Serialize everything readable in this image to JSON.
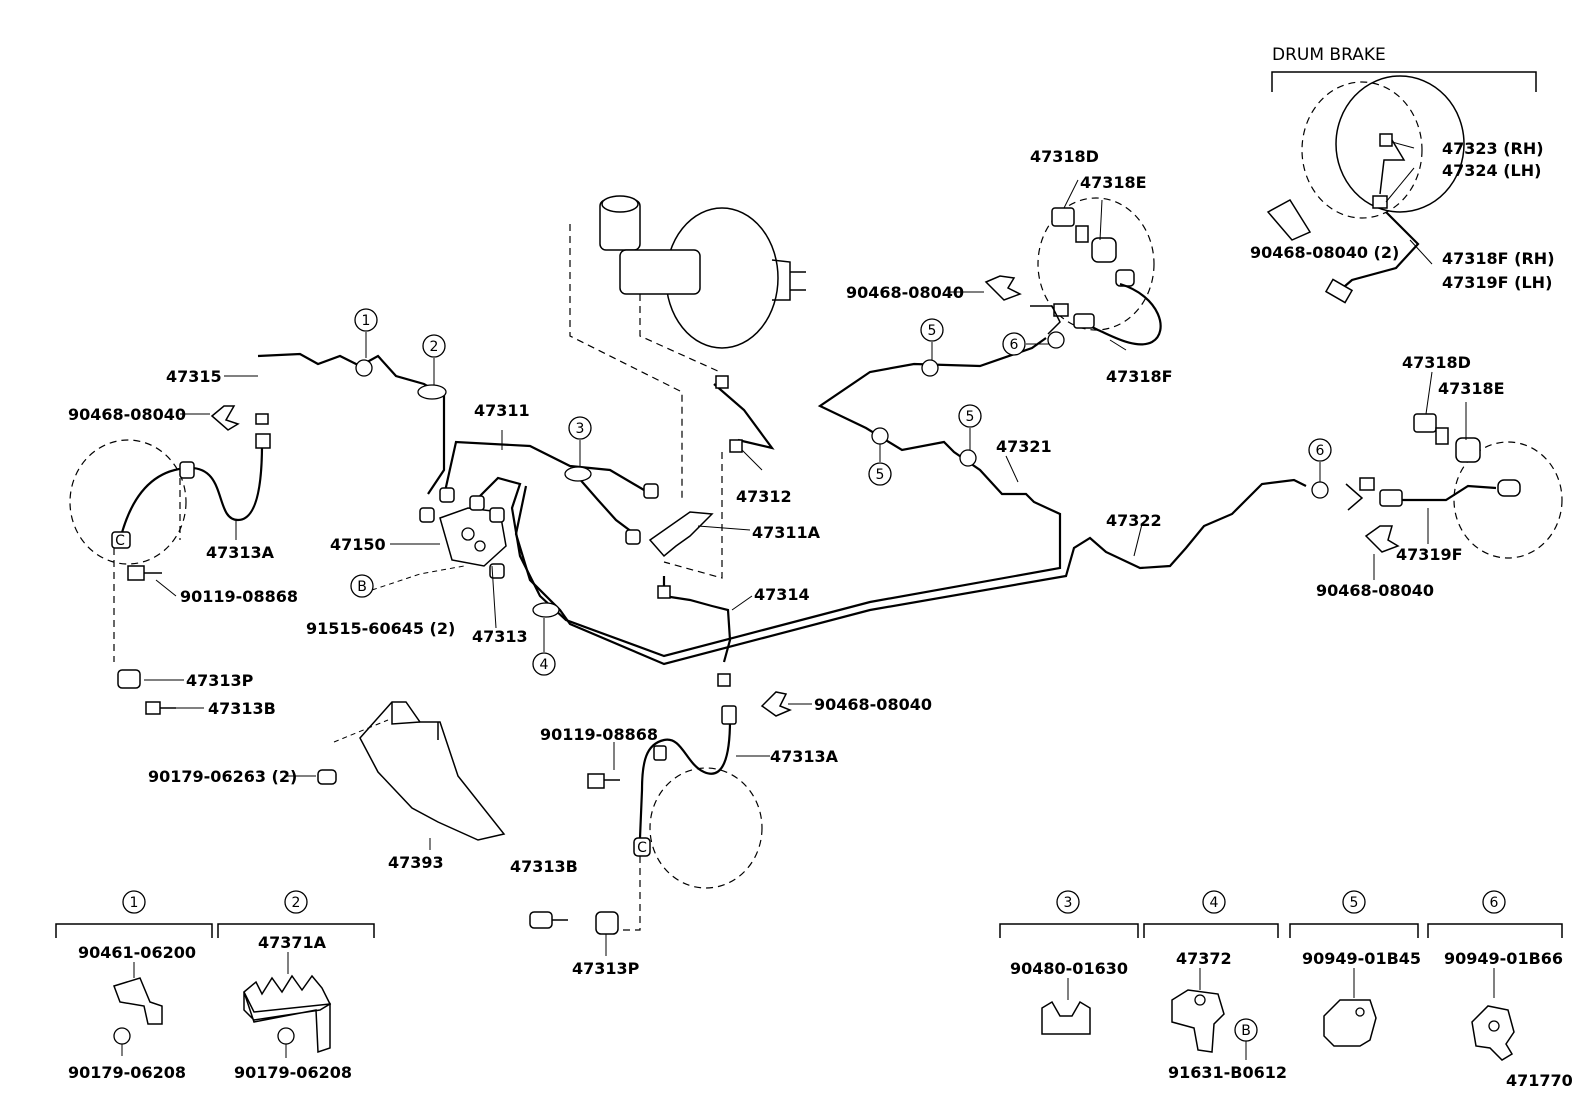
{
  "diagram_id": "471770",
  "header": {
    "drum_brake": "DRUM BRAKE"
  },
  "markers": {
    "c1": "1",
    "c2": "2",
    "c3": "3",
    "c4": "4",
    "c5": "5",
    "c6": "6",
    "cB": "B"
  },
  "labels": {
    "p47315": "47315",
    "p90468_left": "90468-08040",
    "p47313A_left": "47313A",
    "p90119_left": "90119-08868",
    "p47313P_left": "47313P",
    "p47313B_left": "47313B",
    "p47150": "47150",
    "p91515": "91515-60645 (2)",
    "p47313": "47313",
    "p47311": "47311",
    "p47312": "47312",
    "p47311A": "47311A",
    "p47314": "47314",
    "p90468_mid": "90468-08040",
    "p90119_mid": "90119-08868",
    "p47313A_mid": "47313A",
    "p90179_06263": "90179-06263 (2)",
    "p47393": "47393",
    "p47313B_mid": "47313B",
    "p47313P_mid": "47313P",
    "p47318D_top": "47318D",
    "p47318E_top": "47318E",
    "p90468_top": "90468-08040",
    "p47318F": "47318F",
    "p47321": "47321",
    "p47322": "47322",
    "p47318D_right": "47318D",
    "p47318E_right": "47318E",
    "p47319F": "47319F",
    "p90468_right": "90468-08040",
    "p47323": "47323 (RH)",
    "p47324": "47324 (LH)",
    "p90468_drum": "90468-08040 (2)",
    "p47318F_rh": "47318F (RH)",
    "p47319F_lh": "47319F (LH)"
  },
  "legend": {
    "g1_a": "90461-06200",
    "g1_b": "90179-06208",
    "g2_a": "47371A",
    "g2_b": "90179-06208",
    "g3_a": "90480-01630",
    "g4_a": "47372",
    "g4_b": "91631-B0612",
    "g5_a": "90949-01B45",
    "g6_a": "90949-01B66"
  }
}
